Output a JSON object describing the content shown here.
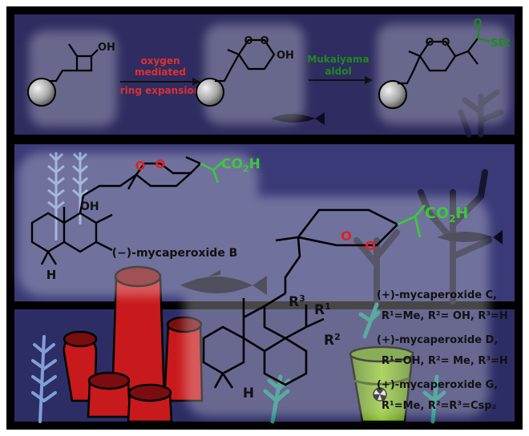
{
  "top": {
    "oh_start": "OH",
    "arrow1_lines": [
      "oxygen",
      "mediated",
      "ring expansion"
    ],
    "oh_mid": "OH",
    "o_o_mid": [
      "O",
      "O"
    ],
    "arrow2_lines": [
      "Mukaiyama",
      "aldol"
    ],
    "o_o_end": [
      "O",
      "O"
    ],
    "sidechain_o": "O",
    "set": "SEt"
  },
  "middle": {
    "o_o": [
      "O",
      "O"
    ],
    "co2h": "CO",
    "co2h_sub": "2",
    "co2h_h": "H",
    "oh": "OH",
    "h": "H",
    "name": "(−)-mycaperoxide B"
  },
  "right": {
    "o_o": [
      "O",
      "O"
    ],
    "co2h": "CO",
    "co2h_sub": "2",
    "co2h_h": "H",
    "r3": "R",
    "r3_sup": "3",
    "r1": "R",
    "r1_sup": "1",
    "r2": "R",
    "r2_sup": "2",
    "h": "H"
  },
  "compounds": [
    {
      "name": "(+)-mycaperoxide C,",
      "detail": "R¹=Me, R²= OH, R³=H"
    },
    {
      "name": "(+)-mycaperoxide D,",
      "detail": "R¹=OH, R²= Me, R³=H"
    },
    {
      "name": "(+)-mycaperoxide G,",
      "detail": "R¹=Me, R²=R³=Csp₂"
    }
  ],
  "colors": {
    "frame": "#000000",
    "water_top": "#2e2c60",
    "water_mid": "#3a3a78",
    "water_bottom": "#2d2d66",
    "red_text": "#e03030",
    "green_text": "#1e8a1e",
    "oxygen_red": "#e02020",
    "acid_green": "#3cc83c",
    "sponge_red": "#c8191c",
    "barrel_green": "#78b41e",
    "coral_blue": "#8aa6d8",
    "kelp_teal": "#1a8a7a"
  }
}
